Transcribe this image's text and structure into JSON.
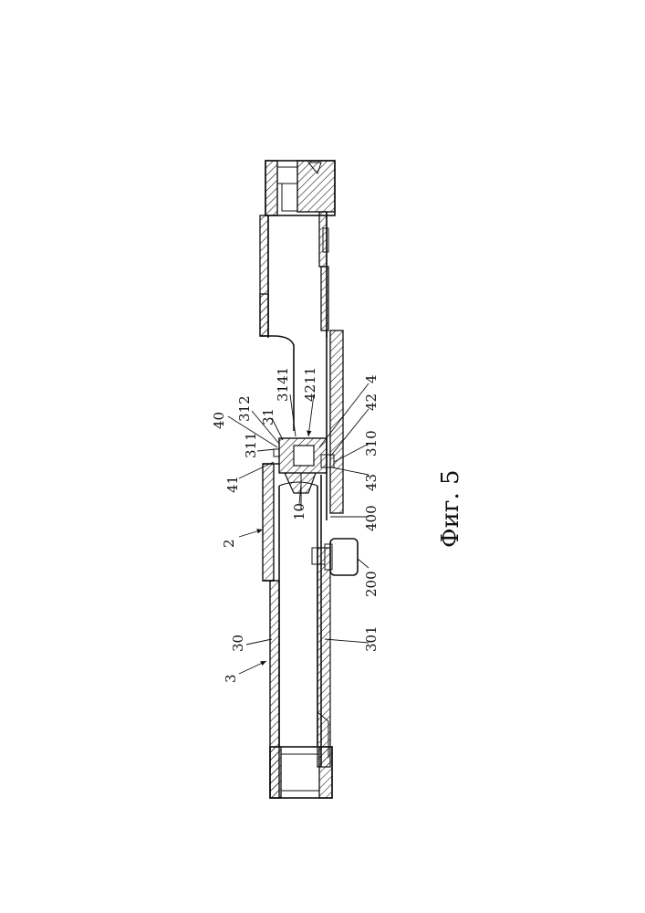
{
  "figure": {
    "caption": "Фиг. 5"
  },
  "labels": {
    "l40": "40",
    "l312": "312",
    "l3141": "3141",
    "l4211": "4211",
    "l4": "4",
    "l31": "31",
    "l311": "311",
    "l41": "41",
    "l42": "42",
    "l310": "310",
    "l43": "43",
    "l10": "10",
    "l400": "400",
    "l2": "2",
    "l200": "200",
    "l30": "30",
    "l3": "3",
    "l301": "301"
  }
}
